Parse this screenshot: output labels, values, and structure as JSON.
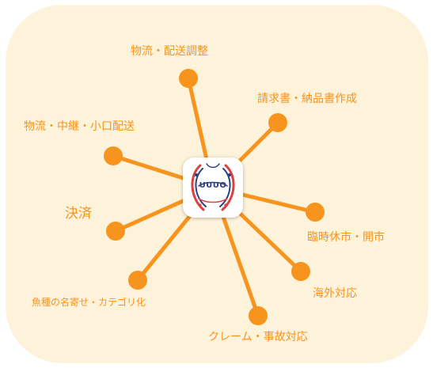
{
  "colors": {
    "background": "#fdf2da",
    "accent": "#f7941d",
    "logo_text": "#2b3f86"
  },
  "hub": {
    "logo_text": "UUUO",
    "icon": "fish-wreath-logo-icon"
  },
  "labels": {
    "logistics_coordination": "物流・配送調整",
    "invoice_delivery_docs": "請求書・納品書作成",
    "logistics_relay": "物流・中継・小口配送",
    "settlement": "決済",
    "market_closure": "臨時休市・開市",
    "overseas": "海外対応",
    "fish_naming": "魚種の名寄せ・カテゴリ化",
    "claims_accidents": "クレーム・事故対応"
  }
}
